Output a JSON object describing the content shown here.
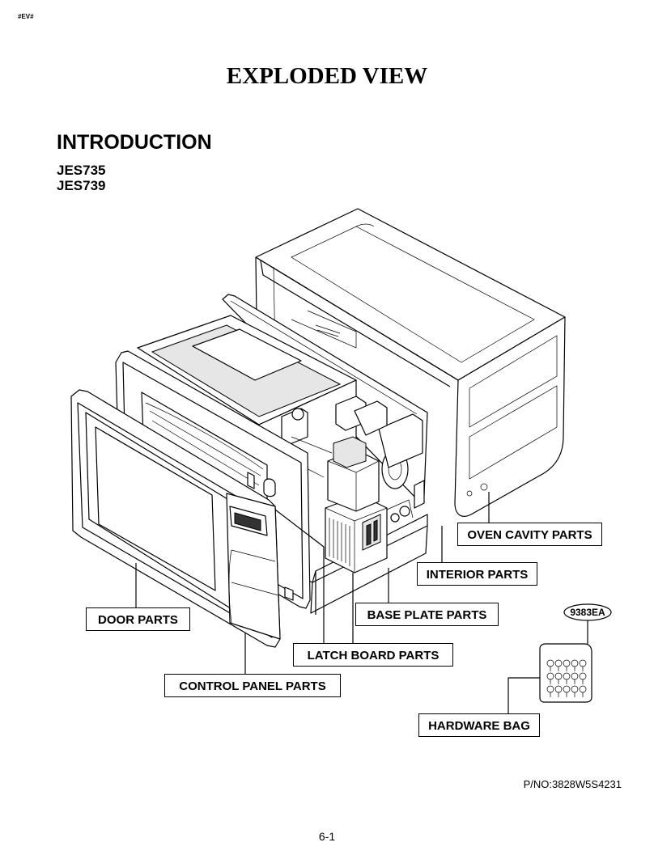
{
  "header": {
    "corner_tag": "#EV#",
    "title": "EXPLODED VIEW",
    "section": "INTRODUCTION",
    "models": [
      "JES735",
      "JES739"
    ]
  },
  "labels": {
    "oven_cavity": "OVEN CAVITY PARTS",
    "interior": "INTERIOR PARTS",
    "base_plate": "BASE PLATE PARTS",
    "door": "DOOR PARTS",
    "latch_board": "LATCH BOARD PARTS",
    "control_panel": "CONTROL PANEL PARTS",
    "hardware_bag": "HARDWARE BAG",
    "hardware_code": "9383EA"
  },
  "footer": {
    "part_number": "P/NO:3828W5S4231",
    "page": "6-1"
  }
}
